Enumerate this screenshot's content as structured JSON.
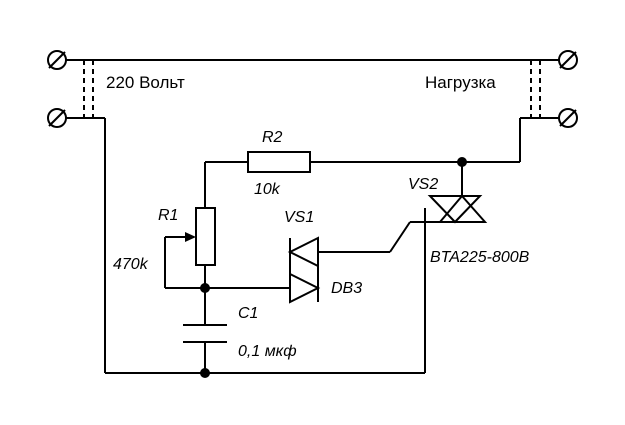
{
  "terminals": {
    "input_label": "220 Вольт",
    "output_label": "Нагрузка"
  },
  "components": {
    "r1": {
      "ref": "R1",
      "value": "470k"
    },
    "r2": {
      "ref": "R2",
      "value": "10k"
    },
    "c1": {
      "ref": "C1",
      "value": "0,1 мкф"
    },
    "vs1": {
      "ref": "VS1",
      "value": "DB3"
    },
    "vs2": {
      "ref": "VS2",
      "value": "BTA225-800B"
    }
  }
}
